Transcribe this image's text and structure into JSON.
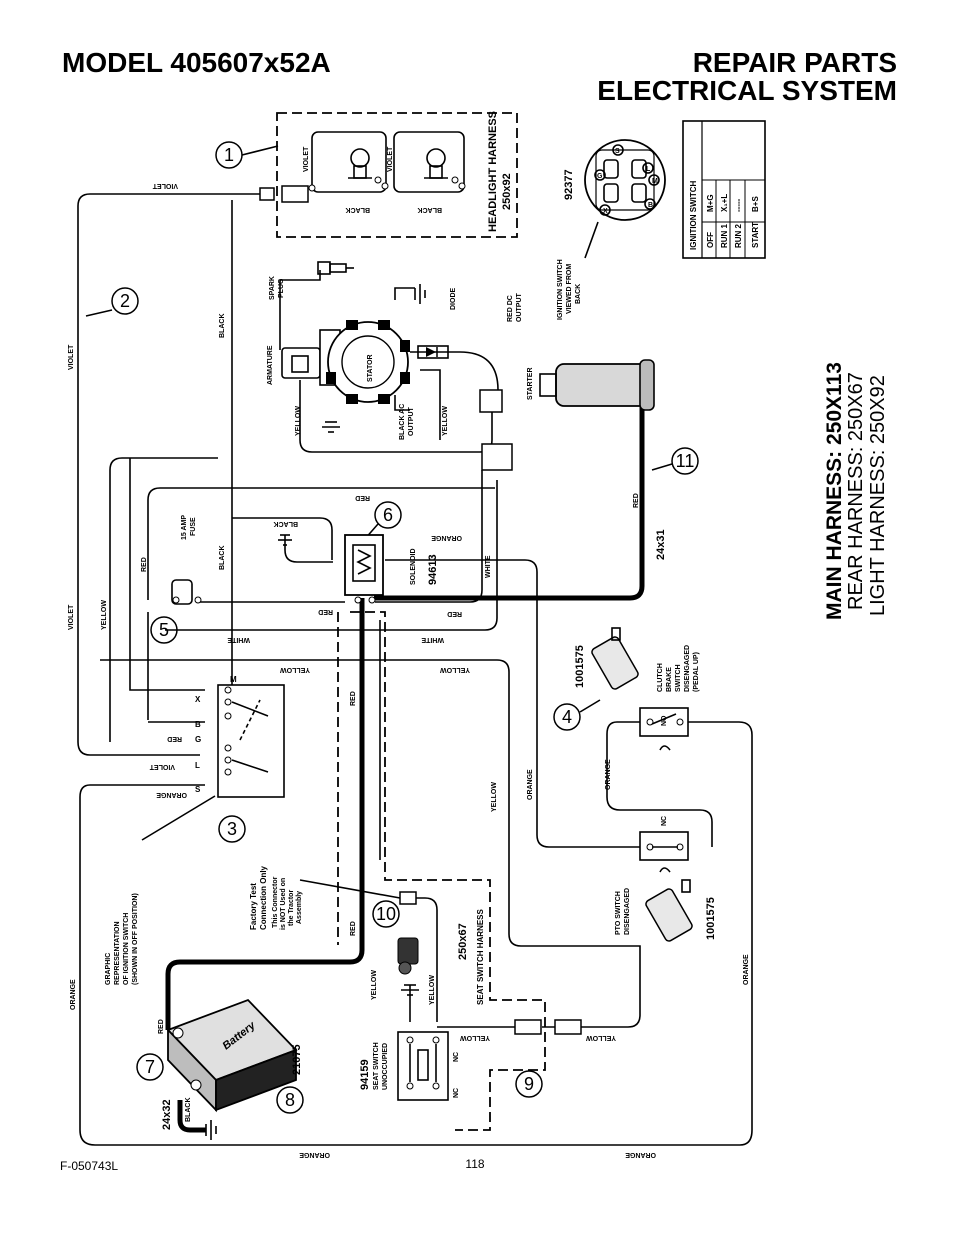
{
  "header": {
    "model": "MODEL 405607x52A",
    "title_line1": "REPAIR PARTS",
    "title_line2": "ELECTRICAL SYSTEM"
  },
  "footer": {
    "code": "F-050743L",
    "page": "118"
  },
  "harness": {
    "main": "MAIN HARNESS: 250X113",
    "rear": "REAR HARNESS: 250X67",
    "light": "LIGHT HARNESS: 250X92"
  },
  "callouts": [
    "1",
    "2",
    "3",
    "4",
    "5",
    "6",
    "7",
    "8",
    "9",
    "10",
    "11"
  ],
  "parts": {
    "headlight_harness": "HEADLIGHT HARNESS",
    "headlight_harness_num": "250x92",
    "ignition_switch_num": "92377",
    "ignition_viewed_1": "IGNITION SWITCH",
    "ignition_viewed_2": "VIEWED FROM",
    "ignition_viewed_3": "BACK",
    "solenoid": "SOLENOID",
    "solenoid_num": "94613",
    "cable_24x31": "24x31",
    "cable_24x32": "24x32",
    "battery": "Battery",
    "battery_num": "21075",
    "seat_switch_num": "94159",
    "seat_switch_1": "SEAT SWITCH",
    "seat_switch_2": "UNOCCUPIED",
    "seat_harness_num": "250x67",
    "seat_harness": "SEAT SWITCH HARNESS",
    "clutch_num": "1001575",
    "clutch_1": "CLUTCH",
    "clutch_2": "BRAKE",
    "clutch_3": "SWITCH",
    "clutch_4": "DISENGAGED",
    "clutch_5": "(PEDAL UP)",
    "pto_num": "1001575",
    "pto_1": "PTO SWITCH",
    "pto_2": "DISENGAGED",
    "graphic_1": "GRAPHIC",
    "graphic_2": "REPRESENTATION",
    "graphic_3": "OF IGNITION SWITCH",
    "graphic_4": "(SHOWN IN OFF POSITION)",
    "factory_1": "Factory Test",
    "factory_2": "Connection Only",
    "factory_3": "This Connector",
    "factory_4": "is NOT Used on",
    "factory_5": "the Tractor",
    "factory_6": "Assembly",
    "spark_1": "SPARK",
    "spark_2": "PLUG",
    "armature": "ARMATURE",
    "stator": "STATOR",
    "diode": "DIODE",
    "red_dc_1": "RED DC",
    "red_dc_2": "OUTPUT",
    "black_ac_1": "BLACK AC",
    "black_ac_2": "OUTPUT",
    "starter": "STARTER",
    "fuse_1": "15 AMP",
    "fuse_2": "FUSE",
    "no": "NO",
    "nc": "NC"
  },
  "ignition_table": {
    "title": "IGNITION SWITCH",
    "rows": [
      {
        "pos": "OFF",
        "contacts": "M+G"
      },
      {
        "pos": "RUN 1",
        "contacts": "X₁+L"
      },
      {
        "pos": "RUN 2",
        "contacts": "-----"
      },
      {
        "pos": "START",
        "contacts": "B+S"
      }
    ]
  },
  "ignition_terminals": [
    "S",
    "L",
    "G",
    "B",
    "X",
    "M"
  ],
  "ignition_face_letters": [
    "S",
    "L",
    "M",
    "B",
    "X",
    "G"
  ],
  "wires": {
    "violet": "VIOLET",
    "black": "BLACK",
    "red": "RED",
    "yellow": "YELLOW",
    "white": "WHITE",
    "orange": "ORANGE"
  }
}
